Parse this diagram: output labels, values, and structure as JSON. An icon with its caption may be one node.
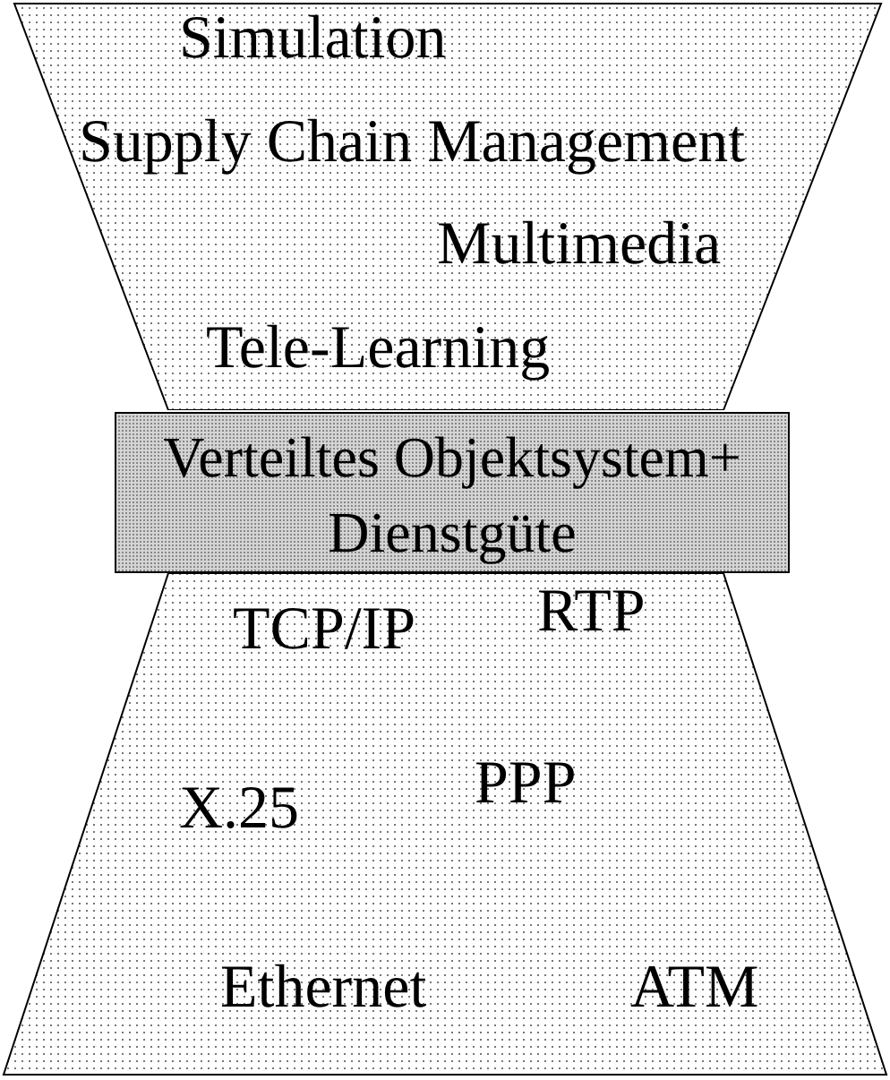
{
  "diagram": {
    "nodes": [
      {
        "text": [
          "Simulation",
          "Supply Chain Management",
          "Multimedia",
          "Tele-Learning"
        ]
      },
      {
        "text": [
          "Verteiltes Objektsystem+ Dienstgüte"
        ]
      },
      {
        "text": [
          "TCP/IP",
          "RTP",
          "X.25",
          "PPP",
          "Ethernet",
          "ATM"
        ]
      }
    ]
  }
}
